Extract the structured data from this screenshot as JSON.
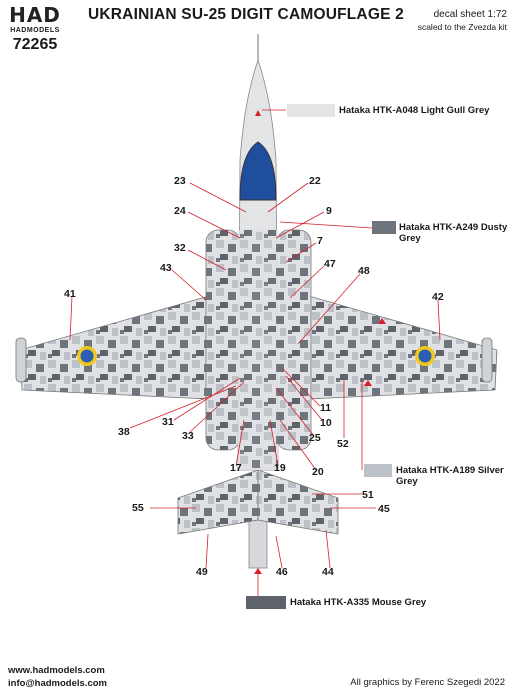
{
  "header": {
    "logo_mark": "HAD",
    "logo_brand": "HADMODELS",
    "product_number": "72265",
    "title": "UKRAINIAN SU-25 DIGIT CAMOUFLAGE 2",
    "sheet_line1": "decal sheet 1:72",
    "sheet_line2": "scaled  to the Zvezda kit"
  },
  "paints": [
    {
      "label": "Hataka HTK-A048 Light Gull Grey",
      "color": "#e2e4e6"
    },
    {
      "label": "Hataka HTK-A249 Dusty Grey",
      "color": "#6d747c"
    },
    {
      "label": "Hataka HTK-A189 Silver Grey",
      "color": "#bcc0c7"
    },
    {
      "label": "Hataka HTK-A335 Mouse Grey",
      "color": "#5e636b"
    }
  ],
  "callouts": [
    "23",
    "22",
    "24",
    "9",
    "32",
    "7",
    "43",
    "47",
    "48",
    "41",
    "42",
    "38",
    "31",
    "33",
    "11",
    "10",
    "25",
    "52",
    "17",
    "19",
    "20",
    "55",
    "51",
    "45",
    "49",
    "46",
    "44"
  ],
  "colors": {
    "roundel_blue": "#2a5db3",
    "roundel_yellow": "#f2c81e",
    "canopy": "#1f4f9c",
    "marker_red": "#d3202a"
  },
  "footer": {
    "web": "www.hadmodels.com",
    "email": "info@hadmodels.com",
    "credit": "All graphics by Ferenc Szegedi 2022"
  }
}
